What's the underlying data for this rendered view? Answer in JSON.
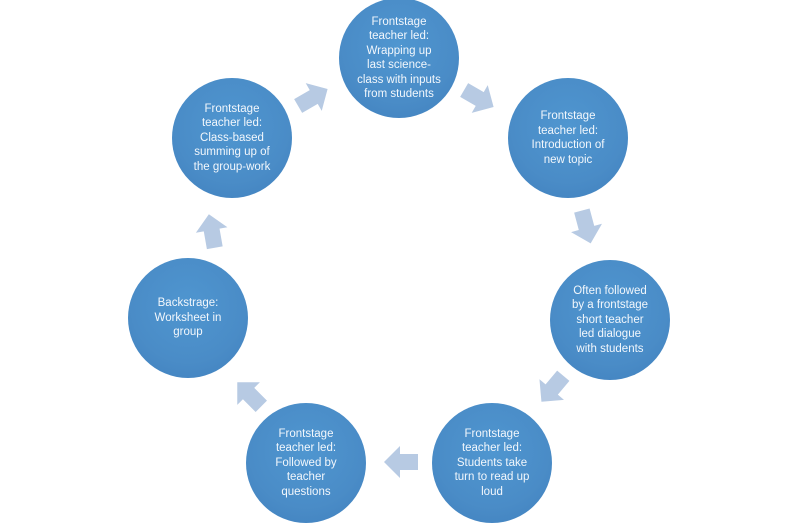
{
  "colors": {
    "node": "#4a8cc7",
    "arrow": "#b7cae3",
    "text": "#f2f7fc"
  },
  "nodes": [
    {
      "text": "Frontstage\nteacher led:\nWrapping up\nlast science-\nclass with inputs\nfrom students"
    },
    {
      "text": "Frontstage\nteacher led:\nIntroduction of\nnew topic"
    },
    {
      "text": "Often followed\nby a frontstage\nshort teacher\nled dialogue\nwith students"
    },
    {
      "text": "Frontstage\nteacher led:\nStudents take\nturn to read up\nloud"
    },
    {
      "text": "Frontstage\nteacher led:\nFollowed by\nteacher\nquestions"
    },
    {
      "text": "Backstrage:\nWorksheet in\ngroup"
    },
    {
      "text": "Frontstage\nteacher led:\nClass-based\nsumming up of\nthe group-work"
    }
  ]
}
